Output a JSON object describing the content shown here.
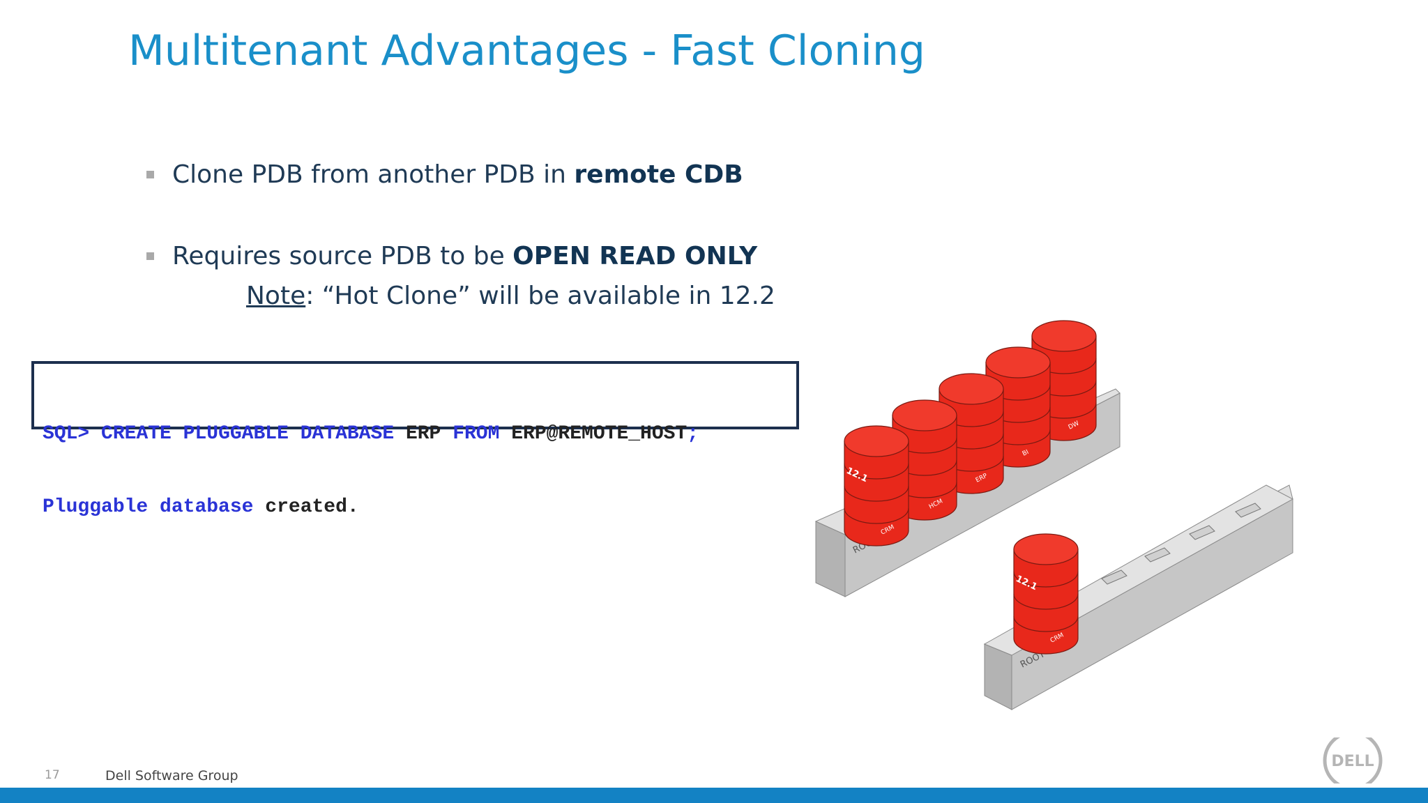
{
  "slide": {
    "title": "Multitenant Advantages - Fast Cloning",
    "bullets": [
      {
        "text": "Clone PDB from another PDB in ",
        "bold": "remote CDB"
      },
      {
        "text": "Requires source PDB to be ",
        "bold": "OPEN READ ONLY"
      }
    ],
    "note": {
      "label": "Note",
      "text": ": “Hot Clone” will be available in 12.2"
    },
    "sql": {
      "line1": [
        {
          "t": "SQL>",
          "kw": true
        },
        {
          "t": " ",
          "kw": false
        },
        {
          "t": "CREATE",
          "kw": true
        },
        {
          "t": " ",
          "kw": false
        },
        {
          "t": "PLUGGABLE",
          "kw": true
        },
        {
          "t": " ",
          "kw": false
        },
        {
          "t": "DATABASE",
          "kw": true
        },
        {
          "t": " ",
          "kw": false
        },
        {
          "t": "ERP",
          "kw": false
        },
        {
          "t": " ",
          "kw": false
        },
        {
          "t": "FROM",
          "kw": true
        },
        {
          "t": " ",
          "kw": false
        },
        {
          "t": "ERP@REMOTE_HOST",
          "kw": false
        },
        {
          "t": ";",
          "kw": true
        }
      ],
      "line2": [
        {
          "t": "Pluggable",
          "kw": true
        },
        {
          "t": " ",
          "kw": false
        },
        {
          "t": "database",
          "kw": true
        },
        {
          "t": " ",
          "kw": false
        },
        {
          "t": "created.",
          "kw": false
        }
      ]
    },
    "diagram": {
      "top_rack_label": "ROOT",
      "bottom_rack_label": "ROOT",
      "top_cylinders": [
        "CRM",
        "HCM",
        "ERP",
        "BI",
        "DW"
      ],
      "top_version": "12.1",
      "bottom_cylinder": "CRM",
      "bottom_version": "12.1",
      "cylinder_color": "#e8281b",
      "rack_color": "#c4c4c4"
    },
    "footer": {
      "page_number": "17",
      "group": "Dell Software Group",
      "logo": "DELL"
    },
    "colors": {
      "title": "#1a8fc9",
      "footer_bar": "#1382c4",
      "sql_keyword": "#2a33d6"
    }
  }
}
